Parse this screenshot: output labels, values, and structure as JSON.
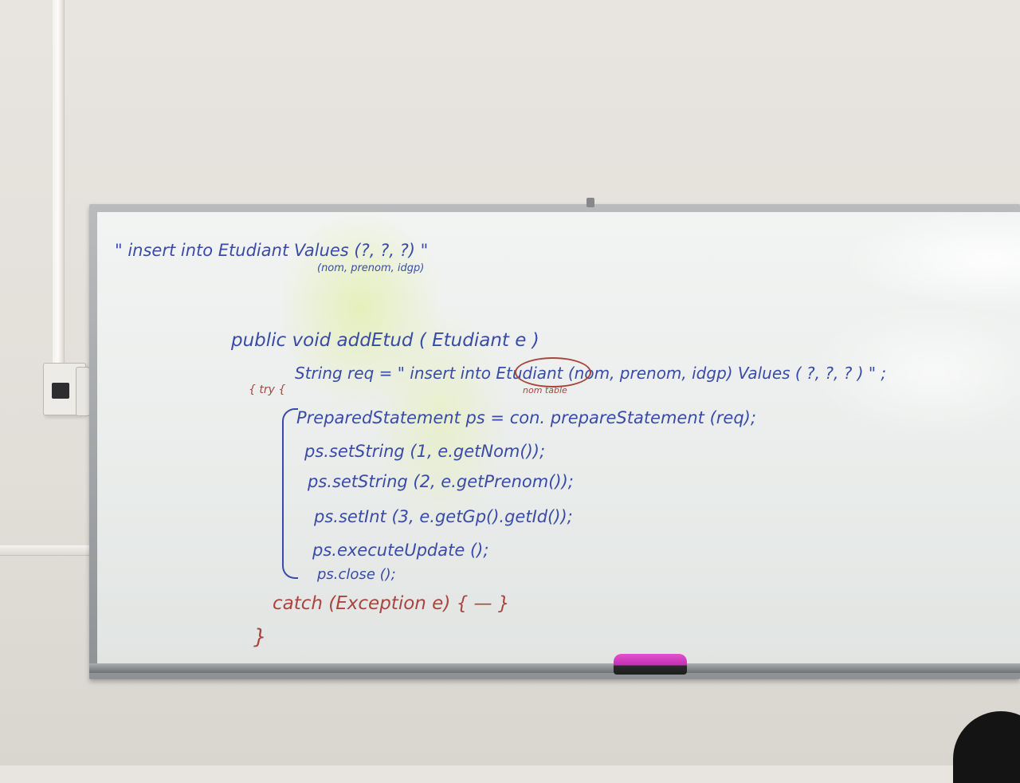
{
  "board": {
    "line1": "\" insert into    Etudiant Values (?, ?, ?) \"",
    "line1_note": "(nom, prenom, idgp)",
    "line2": "public  void  addEtud ( Etudiant e )",
    "line3": "String req = \" insert into Etudiant (nom, prenom, idgp) Values ( ?, ?, ? ) \" ;",
    "line3_note": "nom table",
    "line_try": "{ try {",
    "line4": "PreparedStatement ps = con. prepareStatement (req);",
    "line5": "ps.setString (1, e.getNom());",
    "line6": "ps.setString (2, e.getPrenom());",
    "line7": "ps.setInt (3, e.getGp().getId());",
    "line8": "ps.executeUpdate ();",
    "line9": "ps.close ();",
    "line10": "catch (Exception e) { — }",
    "line11": "}"
  },
  "colors": {
    "marker_blue": "#3a4ba6",
    "marker_red": "#a8453f",
    "eraser": "#d23cc2"
  }
}
